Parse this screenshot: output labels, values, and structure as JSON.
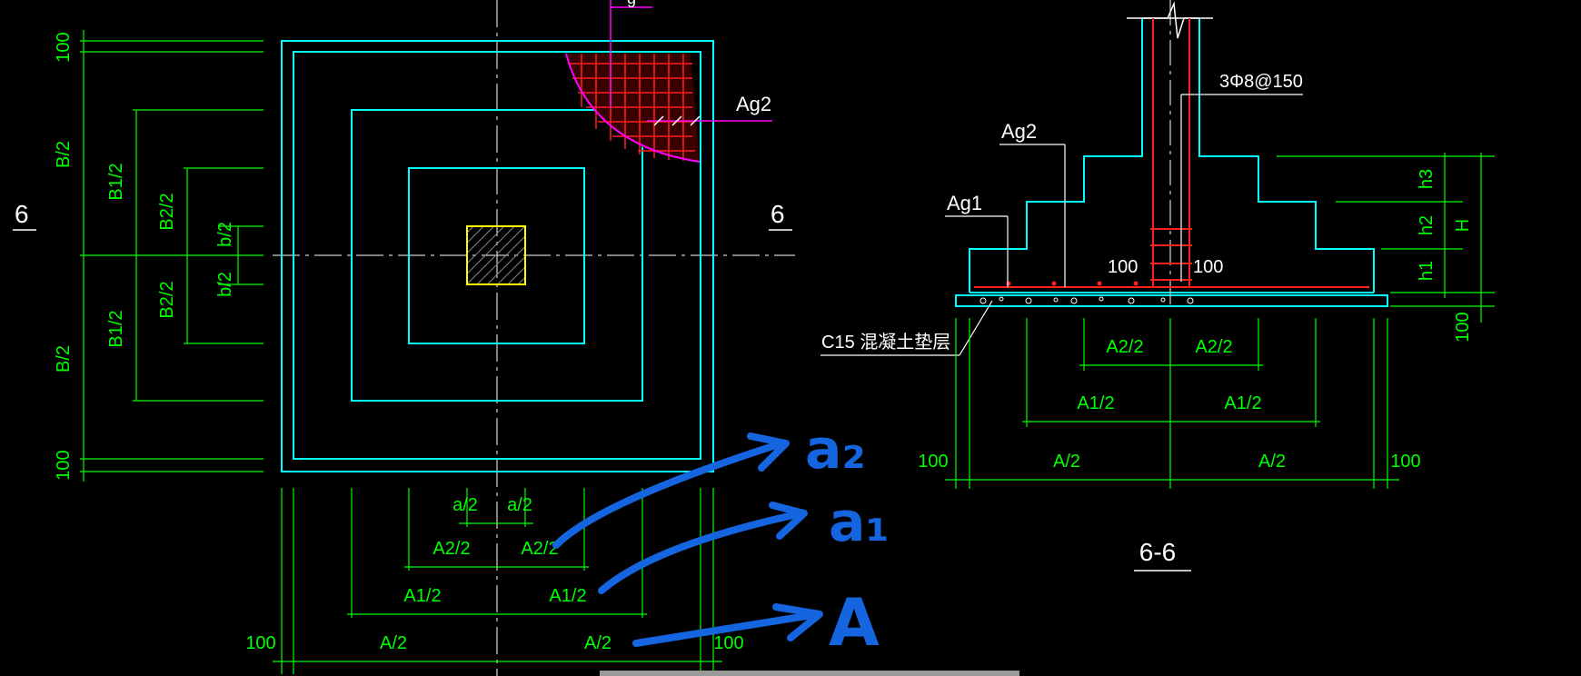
{
  "plan": {
    "section_left": "6",
    "section_right": "6",
    "leader_top": "g",
    "bar_label": "Ag2",
    "dims_left": [
      "100",
      "B/2",
      "B1/2",
      "B2/2",
      "b/2",
      "b/2",
      "B2/2",
      "B1/2",
      "B/2",
      "100"
    ],
    "dims_bottom": {
      "a_half_l": "a/2",
      "a_half_r": "a/2",
      "a2_half_l": "A2/2",
      "a2_half_r": "A2/2",
      "a1_half_l": "A1/2",
      "a1_half_r": "A1/2",
      "a_full_l": "A/2",
      "a_full_r": "A/2",
      "edge_l": "100",
      "edge_r": "100"
    }
  },
  "section": {
    "title": "6-6",
    "stirrup": "3Φ8@150",
    "ag2": "Ag2",
    "ag1": "Ag1",
    "cover_l": "100",
    "cover_r": "100",
    "cushion": "C15 混凝土垫层",
    "heights": [
      "h3",
      "h2",
      "h1",
      "H",
      "100"
    ],
    "dims_bottom": {
      "a2_l": "A2/2",
      "a2_r": "A2/2",
      "a1_l": "A1/2",
      "a1_r": "A1/2",
      "a_l": "A/2",
      "a_r": "A/2",
      "edge_l": "100",
      "edge_r": "100"
    }
  },
  "annotations": [
    "a₂",
    "a₁",
    "A"
  ],
  "colors": {
    "background": "#000000",
    "outline": "#00ffff",
    "dimension": "#00ff00",
    "rebar": "#ff0000",
    "leader": "#ffffff",
    "marker": "#1565e0",
    "column": "#ffff00",
    "hatch_edge": "#ff00ff"
  }
}
